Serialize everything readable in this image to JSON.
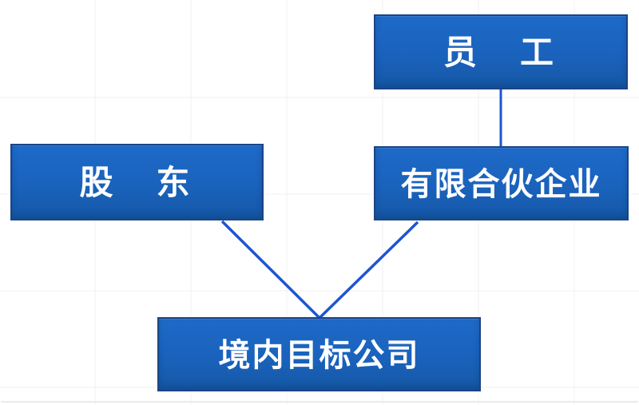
{
  "diagram": {
    "nodes": [
      {
        "id": "employee",
        "label": "员　工"
      },
      {
        "id": "shareholder",
        "label": "股　东"
      },
      {
        "id": "limited-partnership",
        "label": "有限合伙企业"
      },
      {
        "id": "domestic-target-company",
        "label": "境内目标公司"
      }
    ],
    "edges": [
      {
        "from": "employee",
        "to": "limited-partnership",
        "style": "vertical"
      },
      {
        "from": "shareholder",
        "to": "domestic-target-company",
        "style": "diagonal"
      },
      {
        "from": "limited-partnership",
        "to": "domestic-target-company",
        "style": "diagonal"
      }
    ],
    "colors": {
      "node_fill": "#1a63be",
      "node_border": "#1c4485",
      "connector": "#1d55d2",
      "label_text": "#ffffff",
      "background": "#ffffff"
    }
  }
}
